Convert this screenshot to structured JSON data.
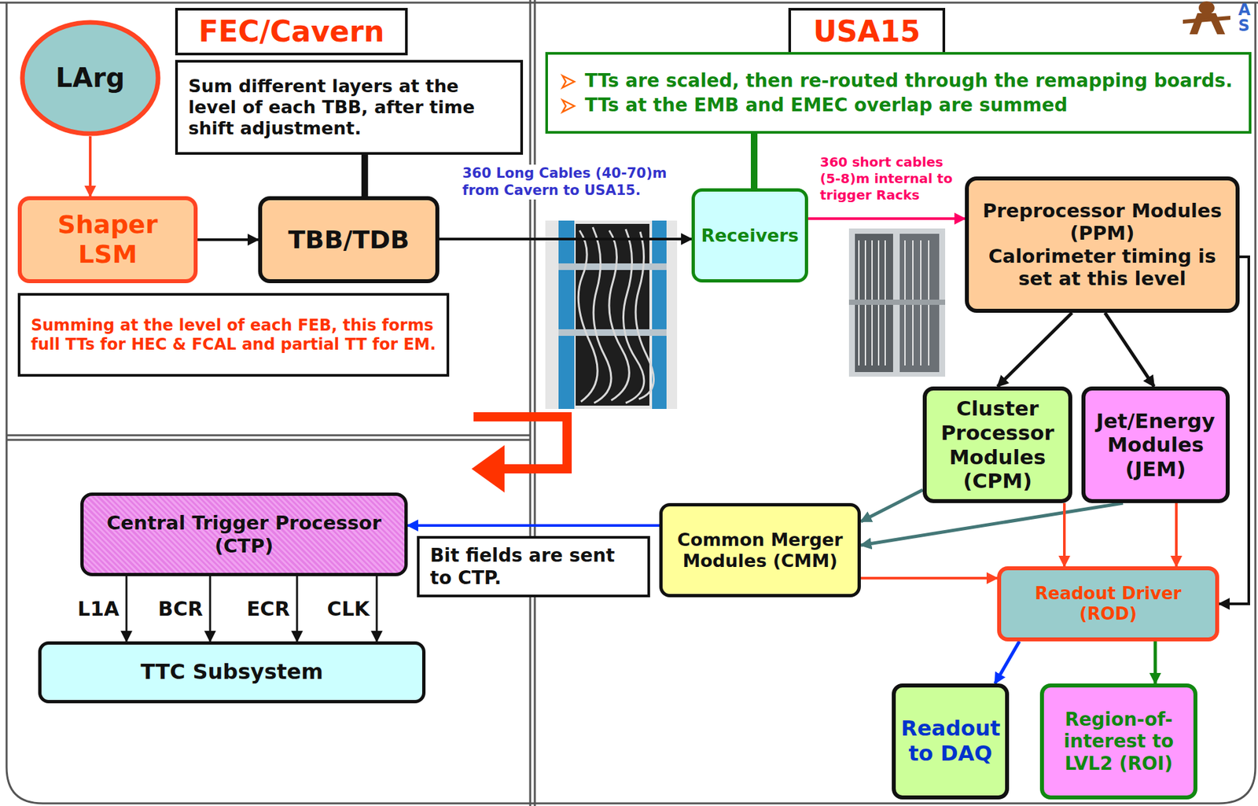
{
  "diagram": {
    "nodes": [
      {
        "text": [
          "FEC/Cavern"
        ]
      },
      {
        "text": [
          "USA15"
        ]
      },
      {
        "text": [
          "LArg"
        ]
      },
      {
        "text": [
          "Sum different layers at the level of each TBB, after time shift adjustment."
        ]
      },
      {
        "text": [
          "TTs are scaled, then re-routed through the remapping boards.",
          "TTs at the EMB and EMEC overlap are summed"
        ]
      },
      {
        "text": [
          "Shaper LSM"
        ]
      },
      {
        "text": [
          "TBB/TDB"
        ]
      },
      {
        "text": [
          "Receivers"
        ]
      },
      {
        "text": [
          "Preprocessor Modules (PPM)",
          "Calorimeter timing is set at this level"
        ]
      },
      {
        "text": [
          "Summing at the level of each FEB, this forms full TTs for HEC & FCAL and partial TT for EM."
        ]
      },
      {
        "text": [
          "Cluster Processor Modules (CPM)"
        ]
      },
      {
        "text": [
          "Jet/Energy Modules (JEM)"
        ]
      },
      {
        "text": [
          "Central Trigger Processor (CTP)"
        ]
      },
      {
        "text": [
          "Common Merger Modules (CMM)"
        ]
      },
      {
        "text": [
          "Bit fields are sent to CTP."
        ]
      },
      {
        "text": [
          "Readout Driver (ROD)"
        ]
      },
      {
        "text": [
          "TTC Subsystem"
        ]
      },
      {
        "text": [
          "Readout to DAQ"
        ]
      },
      {
        "text": [
          "Region-of-interest to LVL2 (ROI)"
        ]
      }
    ],
    "edges": [
      {
        "from": 2,
        "to": 5,
        "arrow": "to"
      },
      {
        "from": 5,
        "to": 6,
        "arrow": "to"
      },
      {
        "from": 3,
        "to": 6,
        "arrow": "none"
      },
      {
        "from": 6,
        "to": 7,
        "label": "360 Long Cables (40-70)m from Cavern to USA15.",
        "arrow": "to"
      },
      {
        "from": 4,
        "to": 7,
        "arrow": "none"
      },
      {
        "from": 7,
        "to": 8,
        "label": "360 short cables (5-8)m internal to trigger Racks",
        "arrow": "to"
      },
      {
        "from": 8,
        "to": 10,
        "arrow": "to"
      },
      {
        "from": 8,
        "to": 11,
        "arrow": "to"
      },
      {
        "from": 8,
        "to": 15,
        "arrow": "to"
      },
      {
        "from": 10,
        "to": 13,
        "arrow": "to"
      },
      {
        "from": 11,
        "to": 13,
        "arrow": "to"
      },
      {
        "from": 10,
        "to": 15,
        "arrow": "to"
      },
      {
        "from": 11,
        "to": 15,
        "arrow": "to"
      },
      {
        "from": 13,
        "to": 15,
        "arrow": "to"
      },
      {
        "from": 13,
        "to": 12,
        "arrow": "to"
      },
      {
        "from": 12,
        "to": 16,
        "label": "L1A",
        "arrow": "to"
      },
      {
        "from": 12,
        "to": 16,
        "label": "BCR",
        "arrow": "to"
      },
      {
        "from": 12,
        "to": 16,
        "label": "ECR",
        "arrow": "to"
      },
      {
        "from": 12,
        "to": 16,
        "label": "CLK",
        "arrow": "to"
      },
      {
        "from": 15,
        "to": 17,
        "arrow": "to"
      },
      {
        "from": 15,
        "to": 18,
        "arrow": "to"
      }
    ],
    "labels": [
      "A",
      "S"
    ]
  }
}
